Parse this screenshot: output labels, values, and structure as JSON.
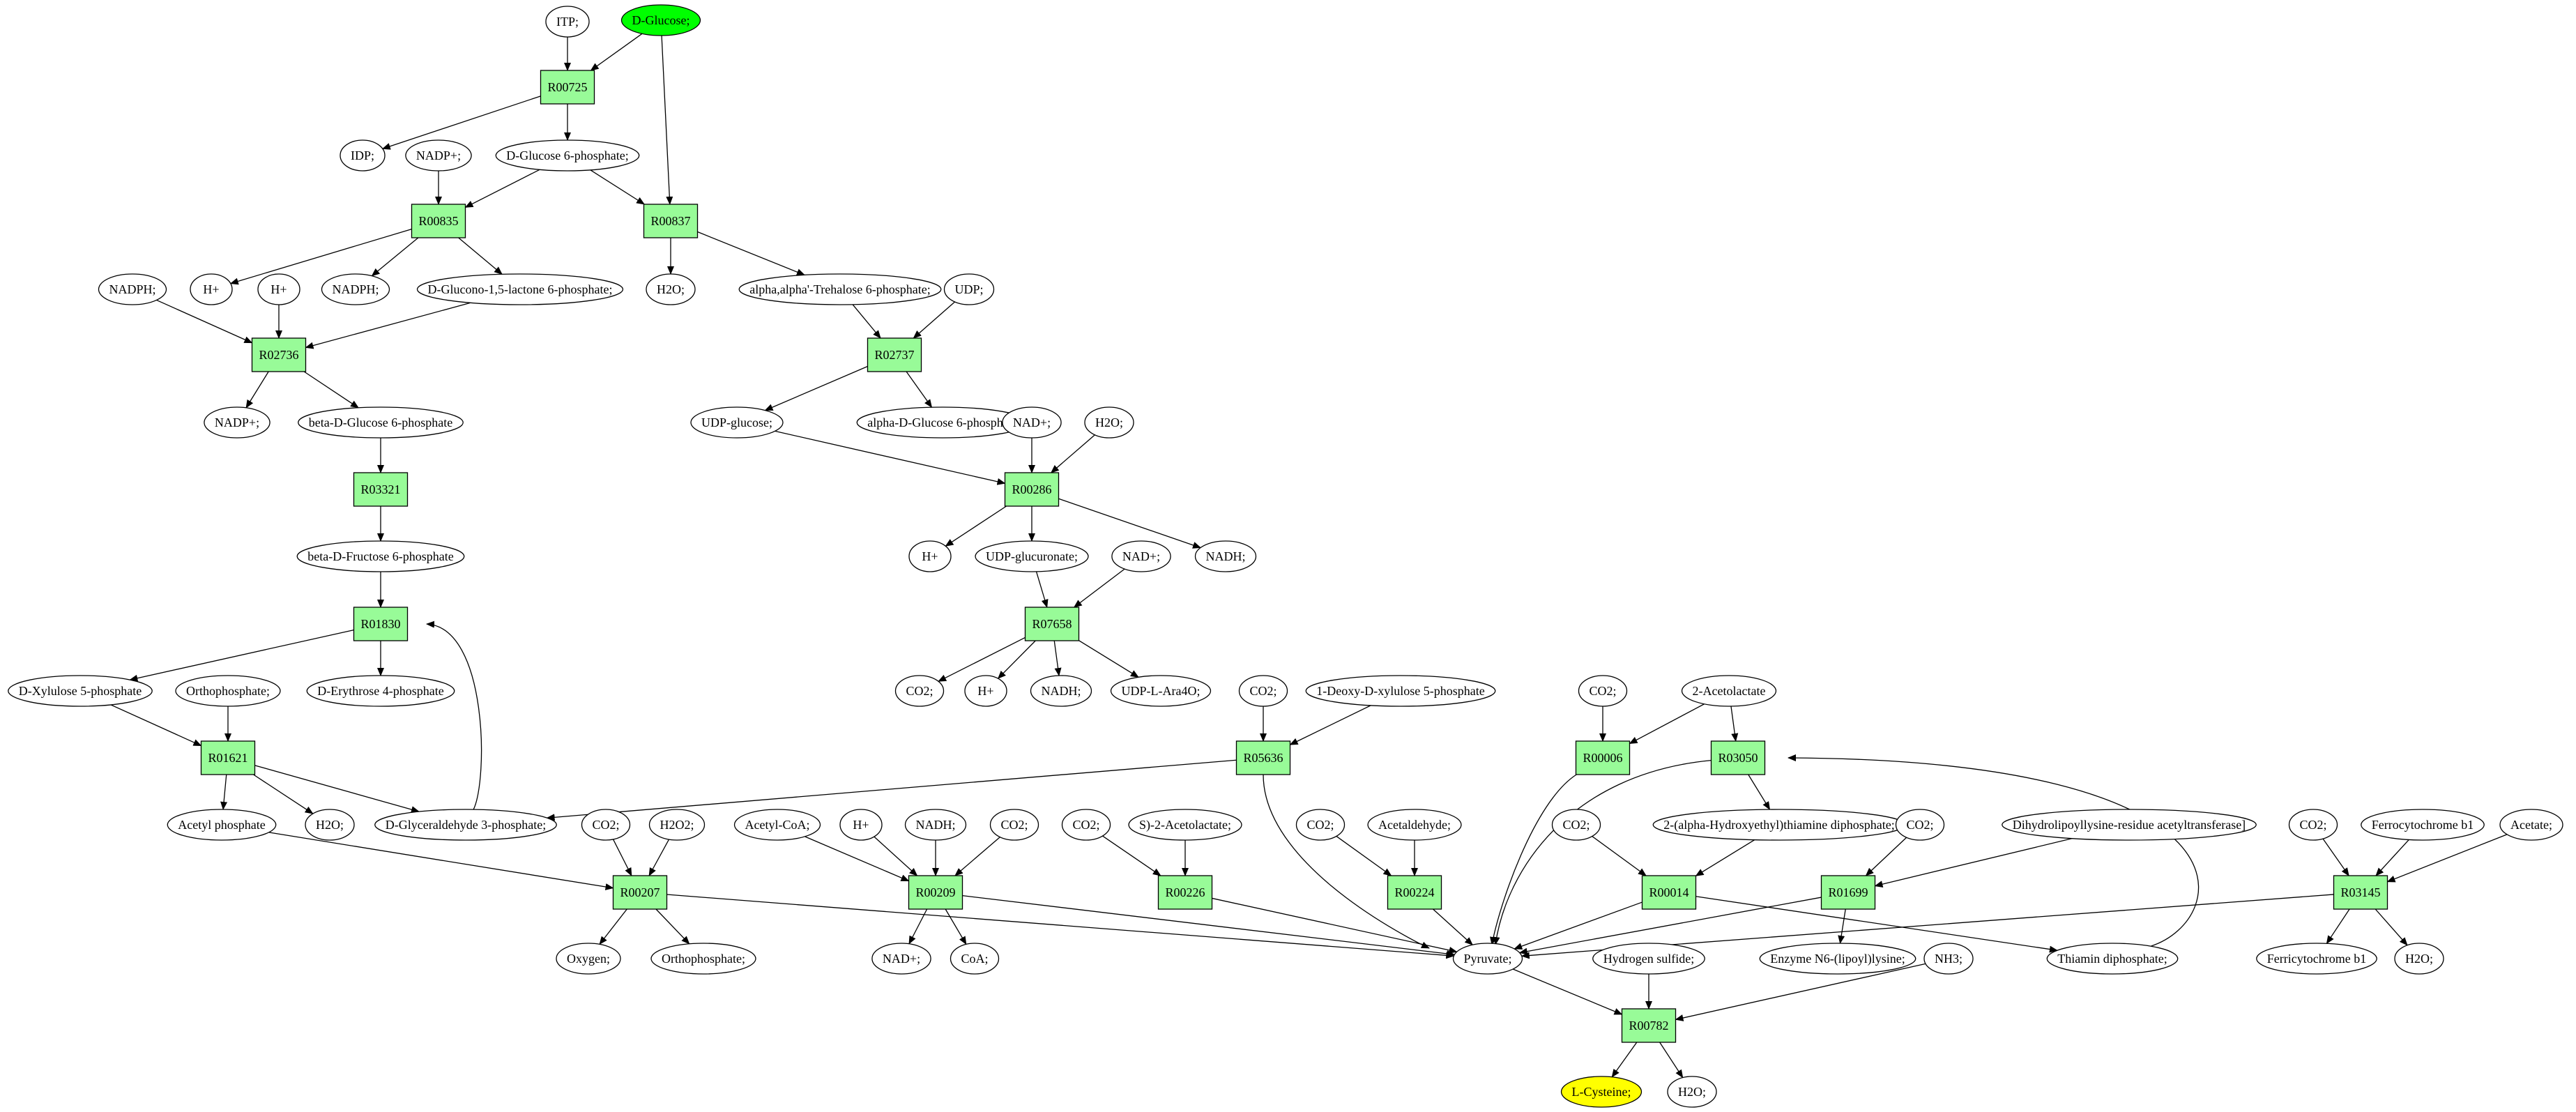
{
  "colors": {
    "reaction_fill": "#98fb98",
    "start_fill": "#00ff00",
    "target_fill": "#ffff00",
    "compound_fill": "#ffffff",
    "stroke": "#000000"
  },
  "nodes": [
    {
      "id": "itp",
      "label": "ITP;",
      "kind": "compound"
    },
    {
      "id": "dglucose",
      "label": "D-Glucose;",
      "kind": "start"
    },
    {
      "id": "r00725",
      "label": "R00725",
      "kind": "reaction"
    },
    {
      "id": "idp",
      "label": "IDP;",
      "kind": "compound"
    },
    {
      "id": "nadp1",
      "label": "NADP+;",
      "kind": "compound"
    },
    {
      "id": "g6p",
      "label": "D-Glucose 6-phosphate;",
      "kind": "compound"
    },
    {
      "id": "r00835",
      "label": "R00835",
      "kind": "reaction"
    },
    {
      "id": "r00837",
      "label": "R00837",
      "kind": "reaction"
    },
    {
      "id": "nadph1",
      "label": "NADPH;",
      "kind": "compound"
    },
    {
      "id": "h1",
      "label": "H+",
      "kind": "compound"
    },
    {
      "id": "h2",
      "label": "H+",
      "kind": "compound"
    },
    {
      "id": "nadph2",
      "label": "NADPH;",
      "kind": "compound"
    },
    {
      "id": "gluconolactone",
      "label": "D-Glucono-1,5-lactone 6-phosphate;",
      "kind": "compound"
    },
    {
      "id": "h2o1",
      "label": "H2O;",
      "kind": "compound"
    },
    {
      "id": "trehalose6p",
      "label": "alpha,alpha'-Trehalose 6-phosphate;",
      "kind": "compound"
    },
    {
      "id": "udp",
      "label": "UDP;",
      "kind": "compound"
    },
    {
      "id": "r02736",
      "label": "R02736",
      "kind": "reaction"
    },
    {
      "id": "r02737",
      "label": "R02737",
      "kind": "reaction"
    },
    {
      "id": "nadp2",
      "label": "NADP+;",
      "kind": "compound"
    },
    {
      "id": "bg6p",
      "label": "beta-D-Glucose 6-phosphate",
      "kind": "compound"
    },
    {
      "id": "udpglucose",
      "label": "UDP-glucose;",
      "kind": "compound"
    },
    {
      "id": "ag6p",
      "label": "alpha-D-Glucose 6-phosphate",
      "kind": "compound"
    },
    {
      "id": "nad1",
      "label": "NAD+;",
      "kind": "compound"
    },
    {
      "id": "h2o2",
      "label": "H2O;",
      "kind": "compound"
    },
    {
      "id": "r03321",
      "label": "R03321",
      "kind": "reaction"
    },
    {
      "id": "r00286",
      "label": "R00286",
      "kind": "reaction"
    },
    {
      "id": "bf6p",
      "label": "beta-D-Fructose 6-phosphate",
      "kind": "compound"
    },
    {
      "id": "h3",
      "label": "H+",
      "kind": "compound"
    },
    {
      "id": "udpglucuronate",
      "label": "UDP-glucuronate;",
      "kind": "compound"
    },
    {
      "id": "nad2",
      "label": "NAD+;",
      "kind": "compound"
    },
    {
      "id": "nadh1",
      "label": "NADH;",
      "kind": "compound"
    },
    {
      "id": "r01830",
      "label": "R01830",
      "kind": "reaction"
    },
    {
      "id": "r07658",
      "label": "R07658",
      "kind": "reaction"
    },
    {
      "id": "x5p",
      "label": "D-Xylulose 5-phosphate",
      "kind": "compound"
    },
    {
      "id": "e4p",
      "label": "D-Erythrose 4-phosphate",
      "kind": "compound"
    },
    {
      "id": "orthophos1",
      "label": "Orthophosphate;",
      "kind": "compound"
    },
    {
      "id": "co2a",
      "label": "CO2;",
      "kind": "compound"
    },
    {
      "id": "h4",
      "label": "H+",
      "kind": "compound"
    },
    {
      "id": "nadh2",
      "label": "NADH;",
      "kind": "compound"
    },
    {
      "id": "udpara",
      "label": "UDP-L-Ara4O;",
      "kind": "compound"
    },
    {
      "id": "co2b",
      "label": "CO2;",
      "kind": "compound"
    },
    {
      "id": "deoxyxylulose",
      "label": "1-Deoxy-D-xylulose 5-phosphate",
      "kind": "compound"
    },
    {
      "id": "co2c",
      "label": "CO2;",
      "kind": "compound"
    },
    {
      "id": "acetolactate",
      "label": "2-Acetolactate",
      "kind": "compound"
    },
    {
      "id": "r01621",
      "label": "R01621",
      "kind": "reaction"
    },
    {
      "id": "r05636",
      "label": "R05636",
      "kind": "reaction"
    },
    {
      "id": "r00006",
      "label": "R00006",
      "kind": "reaction"
    },
    {
      "id": "r03050",
      "label": "R03050",
      "kind": "reaction"
    },
    {
      "id": "acetylphos",
      "label": "Acetyl phosphate",
      "kind": "compound"
    },
    {
      "id": "h2o3",
      "label": "H2O;",
      "kind": "compound"
    },
    {
      "id": "gap",
      "label": "D-Glyceraldehyde 3-phosphate;",
      "kind": "compound"
    },
    {
      "id": "co2d",
      "label": "CO2;",
      "kind": "compound"
    },
    {
      "id": "h2o2compound",
      "label": "H2O2;",
      "kind": "compound"
    },
    {
      "id": "acetylcoa",
      "label": "Acetyl-CoA;",
      "kind": "compound"
    },
    {
      "id": "h5",
      "label": "H+",
      "kind": "compound"
    },
    {
      "id": "nadh3",
      "label": "NADH;",
      "kind": "compound"
    },
    {
      "id": "co2e",
      "label": "CO2;",
      "kind": "compound"
    },
    {
      "id": "co2f",
      "label": "CO2;",
      "kind": "compound"
    },
    {
      "id": "s2acetolactate",
      "label": "S)-2-Acetolactate;",
      "kind": "compound"
    },
    {
      "id": "co2g",
      "label": "CO2;",
      "kind": "compound"
    },
    {
      "id": "acetaldehyde",
      "label": "Acetaldehyde;",
      "kind": "compound"
    },
    {
      "id": "co2h",
      "label": "CO2;",
      "kind": "compound"
    },
    {
      "id": "hethdp",
      "label": "2-(alpha-Hydroxyethyl)thiamine diphosphate;",
      "kind": "compound"
    },
    {
      "id": "co2i",
      "label": "CO2;",
      "kind": "compound"
    },
    {
      "id": "dihydrolipo",
      "label": "Dihydrolipoyllysine-residue acetyltransferase]",
      "kind": "compound"
    },
    {
      "id": "co2j",
      "label": "CO2;",
      "kind": "compound"
    },
    {
      "id": "ferrocyt",
      "label": "Ferrocytochrome b1",
      "kind": "compound"
    },
    {
      "id": "acetate",
      "label": "Acetate;",
      "kind": "compound"
    },
    {
      "id": "r00207",
      "label": "R00207",
      "kind": "reaction"
    },
    {
      "id": "r00209",
      "label": "R00209",
      "kind": "reaction"
    },
    {
      "id": "r00226",
      "label": "R00226",
      "kind": "reaction"
    },
    {
      "id": "r00224",
      "label": "R00224",
      "kind": "reaction"
    },
    {
      "id": "r00014",
      "label": "R00014",
      "kind": "reaction"
    },
    {
      "id": "r01699",
      "label": "R01699",
      "kind": "reaction"
    },
    {
      "id": "r03145",
      "label": "R03145",
      "kind": "reaction"
    },
    {
      "id": "oxygen",
      "label": "Oxygen;",
      "kind": "compound"
    },
    {
      "id": "orthophos2",
      "label": "Orthophosphate;",
      "kind": "compound"
    },
    {
      "id": "nad3",
      "label": "NAD+;",
      "kind": "compound"
    },
    {
      "id": "coa",
      "label": "CoA;",
      "kind": "compound"
    },
    {
      "id": "pyruvate",
      "label": "Pyruvate;",
      "kind": "compound"
    },
    {
      "id": "h2s",
      "label": "Hydrogen sulfide;",
      "kind": "compound"
    },
    {
      "id": "enzymeN6",
      "label": "Enzyme N6-(lipoyl)lysine;",
      "kind": "compound"
    },
    {
      "id": "nh3",
      "label": "NH3;",
      "kind": "compound"
    },
    {
      "id": "thiamindp",
      "label": "Thiamin diphosphate;",
      "kind": "compound"
    },
    {
      "id": "ferricyt",
      "label": "Ferricytochrome b1",
      "kind": "compound"
    },
    {
      "id": "h2o4",
      "label": "H2O;",
      "kind": "compound"
    },
    {
      "id": "r00782",
      "label": "R00782",
      "kind": "reaction"
    },
    {
      "id": "lcysteine",
      "label": "L-Cysteine;",
      "kind": "target"
    },
    {
      "id": "h2o5",
      "label": "H2O;",
      "kind": "compound"
    }
  ],
  "edges": [
    [
      "itp",
      "r00725"
    ],
    [
      "dglucose",
      "r00725"
    ],
    [
      "dglucose",
      "r00837"
    ],
    [
      "r00725",
      "idp"
    ],
    [
      "r00725",
      "g6p"
    ],
    [
      "nadp1",
      "r00835"
    ],
    [
      "g6p",
      "r00835"
    ],
    [
      "g6p",
      "r00837"
    ],
    [
      "r00835",
      "h1"
    ],
    [
      "r00835",
      "nadph2"
    ],
    [
      "r00835",
      "gluconolactone"
    ],
    [
      "r00837",
      "h2o1"
    ],
    [
      "r00837",
      "trehalose6p"
    ],
    [
      "nadph1",
      "r02736"
    ],
    [
      "h2",
      "r02736"
    ],
    [
      "gluconolactone",
      "r02736"
    ],
    [
      "trehalose6p",
      "r02737"
    ],
    [
      "udp",
      "r02737"
    ],
    [
      "r02736",
      "nadp2"
    ],
    [
      "r02736",
      "bg6p"
    ],
    [
      "r02737",
      "udpglucose"
    ],
    [
      "r02737",
      "ag6p"
    ],
    [
      "bg6p",
      "r03321"
    ],
    [
      "r03321",
      "bf6p"
    ],
    [
      "udpglucose",
      "r00286"
    ],
    [
      "nad1",
      "r00286"
    ],
    [
      "h2o2",
      "r00286"
    ],
    [
      "r00286",
      "h3"
    ],
    [
      "r00286",
      "udpglucuronate"
    ],
    [
      "r00286",
      "nadh1"
    ],
    [
      "bf6p",
      "r01830"
    ],
    [
      "gap",
      "r01830"
    ],
    [
      "r01830",
      "x5p"
    ],
    [
      "r01830",
      "e4p"
    ],
    [
      "udpglucuronate",
      "r07658"
    ],
    [
      "nad2",
      "r07658"
    ],
    [
      "r07658",
      "co2a"
    ],
    [
      "r07658",
      "h4"
    ],
    [
      "r07658",
      "nadh2"
    ],
    [
      "r07658",
      "udpara"
    ],
    [
      "x5p",
      "r01621"
    ],
    [
      "orthophos1",
      "r01621"
    ],
    [
      "r01621",
      "acetylphos"
    ],
    [
      "r01621",
      "h2o3"
    ],
    [
      "r01621",
      "gap"
    ],
    [
      "co2b",
      "r05636"
    ],
    [
      "deoxyxylulose",
      "r05636"
    ],
    [
      "r05636",
      "gap"
    ],
    [
      "r05636",
      "pyruvate"
    ],
    [
      "co2c",
      "r00006"
    ],
    [
      "acetolactate",
      "r00006"
    ],
    [
      "acetolactate",
      "r03050"
    ],
    [
      "r00006",
      "pyruvate"
    ],
    [
      "thiamindp",
      "r03050"
    ],
    [
      "r03050",
      "hethdp"
    ],
    [
      "r03050",
      "pyruvate"
    ],
    [
      "acetylphos",
      "r00207"
    ],
    [
      "co2d",
      "r00207"
    ],
    [
      "h2o2compound",
      "r00207"
    ],
    [
      "r00207",
      "oxygen"
    ],
    [
      "r00207",
      "orthophos2"
    ],
    [
      "r00207",
      "pyruvate"
    ],
    [
      "acetylcoa",
      "r00209"
    ],
    [
      "h5",
      "r00209"
    ],
    [
      "nadh3",
      "r00209"
    ],
    [
      "co2e",
      "r00209"
    ],
    [
      "r00209",
      "nad3"
    ],
    [
      "r00209",
      "coa"
    ],
    [
      "r00209",
      "pyruvate"
    ],
    [
      "co2f",
      "r00226"
    ],
    [
      "s2acetolactate",
      "r00226"
    ],
    [
      "r00226",
      "pyruvate"
    ],
    [
      "co2g",
      "r00224"
    ],
    [
      "acetaldehyde",
      "r00224"
    ],
    [
      "r00224",
      "pyruvate"
    ],
    [
      "co2h",
      "r00014"
    ],
    [
      "hethdp",
      "r00014"
    ],
    [
      "r00014",
      "pyruvate"
    ],
    [
      "r00014",
      "thiamindp"
    ],
    [
      "co2i",
      "r01699"
    ],
    [
      "dihydrolipo",
      "r01699"
    ],
    [
      "r01699",
      "pyruvate"
    ],
    [
      "r01699",
      "enzymeN6"
    ],
    [
      "co2j",
      "r03145"
    ],
    [
      "ferrocyt",
      "r03145"
    ],
    [
      "acetate",
      "r03145"
    ],
    [
      "r03145",
      "pyruvate"
    ],
    [
      "r03145",
      "ferricyt"
    ],
    [
      "r03145",
      "h2o4"
    ],
    [
      "pyruvate",
      "r00782"
    ],
    [
      "h2s",
      "r00782"
    ],
    [
      "nh3",
      "r00782"
    ],
    [
      "r00782",
      "lcysteine"
    ],
    [
      "r00782",
      "h2o5"
    ]
  ]
}
